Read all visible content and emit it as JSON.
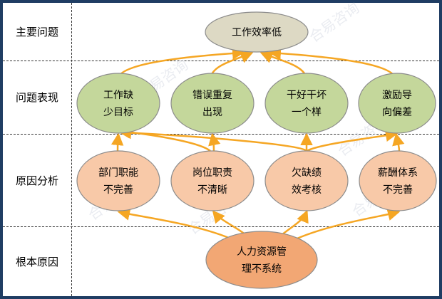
{
  "rows": [
    {
      "id": "main-problem",
      "label": "主要问题"
    },
    {
      "id": "symptoms",
      "label": "问题表现"
    },
    {
      "id": "causes",
      "label": "原因分析"
    },
    {
      "id": "root",
      "label": "根本原因"
    }
  ],
  "watermark": "合易咨询",
  "nodes": {
    "top": {
      "lines": [
        "工作效率低"
      ],
      "color": "#ddd9c4"
    },
    "symptoms": [
      {
        "lines": [
          "工作缺",
          "少目标"
        ],
        "color": "#c4d79b"
      },
      {
        "lines": [
          "错误重复",
          "出现"
        ],
        "color": "#c4d79b"
      },
      {
        "lines": [
          "干好干坏",
          "一个样"
        ],
        "color": "#c4d79b"
      },
      {
        "lines": [
          "激励导",
          "向偏差"
        ],
        "color": "#c4d79b"
      }
    ],
    "causes": [
      {
        "lines": [
          "部门职能",
          "不完善"
        ],
        "color": "#f8c9a8"
      },
      {
        "lines": [
          "岗位职责",
          "不清晰"
        ],
        "color": "#f8c9a8"
      },
      {
        "lines": [
          "欠缺绩",
          "效考核"
        ],
        "color": "#f8c9a8"
      },
      {
        "lines": [
          "薪酬体系",
          "不完善"
        ],
        "color": "#f8c9a8"
      }
    ],
    "root": {
      "lines": [
        "人力资源管",
        "理不系统"
      ],
      "color": "#f2a774"
    }
  },
  "colors": {
    "frame": "#1f3d63",
    "arrow": "#f5a623",
    "node_border": "#8c8c8c"
  }
}
